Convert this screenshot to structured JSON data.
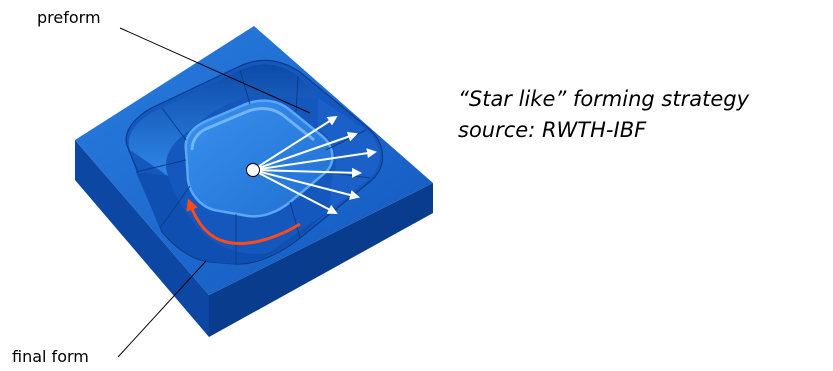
{
  "labels": {
    "preform": "preform",
    "final_form": "final form"
  },
  "caption": {
    "line1": "“Star like” forming strategy",
    "line2": "source: RWTH-IBF"
  },
  "colors": {
    "block_top": "#1f6fd1",
    "block_left_side": "#0b47a3",
    "block_right_side": "#0a3d8f",
    "cavity_wall": "#1a5fc4",
    "cavity_floor": "#2d83e6",
    "arrow": "#ffffff",
    "tool_path": "#ff4a1a"
  },
  "icons": {
    "center_point": "circle",
    "forming_arrows": "arrow",
    "tool_path": "curved-arrow"
  }
}
